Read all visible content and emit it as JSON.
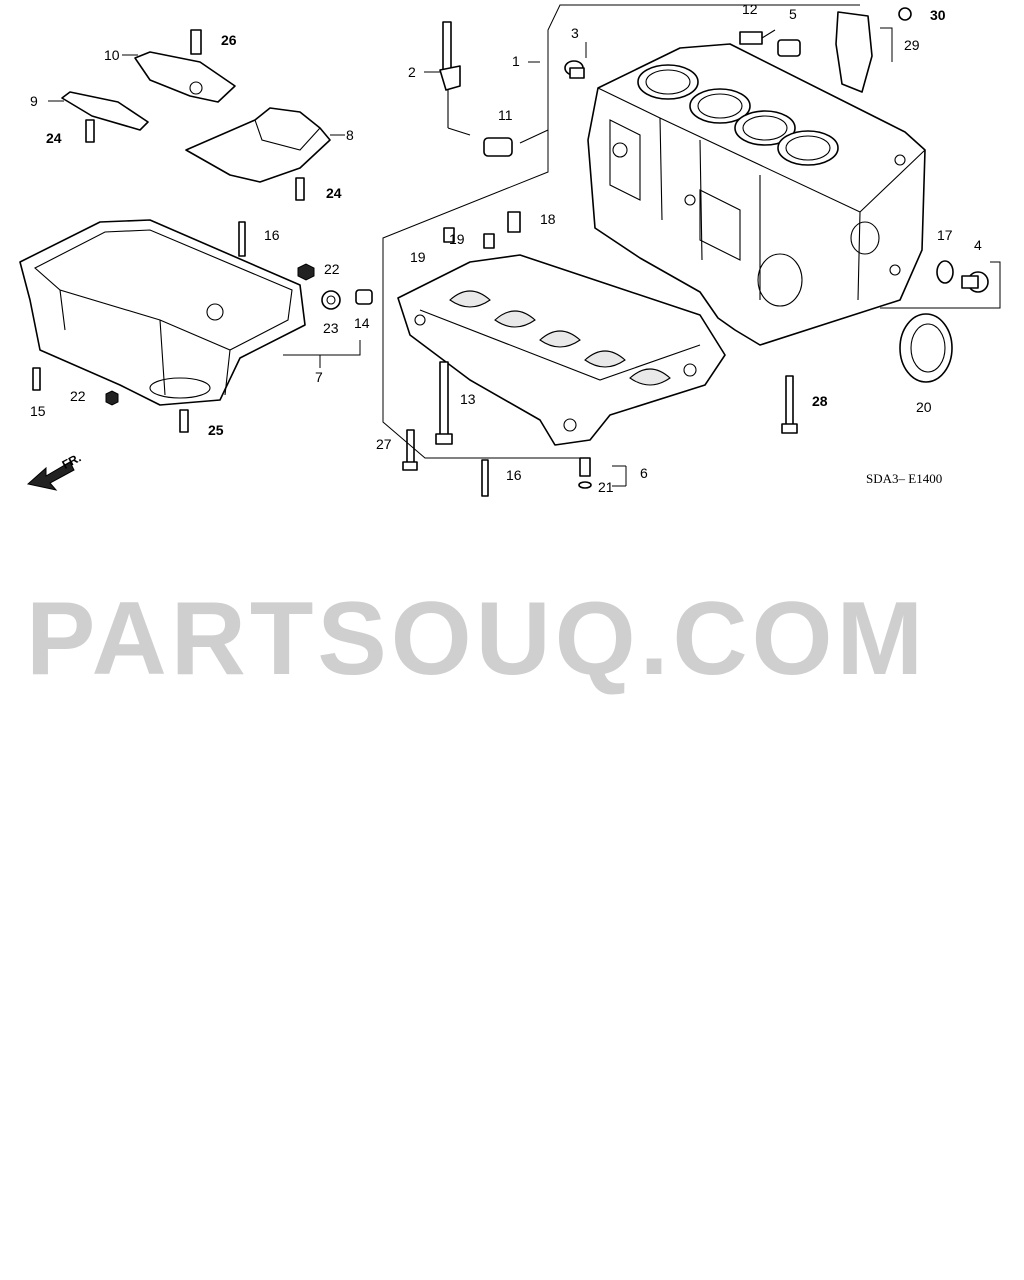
{
  "diagram": {
    "reference_code": "SDA3– E1400",
    "direction_label": "FR.",
    "watermark": "PARTSOUQ.COM",
    "callouts": {
      "c1": "1",
      "c2": "2",
      "c3": "3",
      "c4": "4",
      "c5": "5",
      "c6": "6",
      "c7": "7",
      "c8": "8",
      "c9": "9",
      "c10": "10",
      "c11": "11",
      "c12": "12",
      "c13": "13",
      "c14": "14",
      "c15": "15",
      "c16a": "16",
      "c16b": "16",
      "c17": "17",
      "c18": "18",
      "c19a": "19",
      "c19b": "19",
      "c20": "20",
      "c21": "21",
      "c22a": "22",
      "c22b": "22",
      "c23": "23",
      "c24a": "24",
      "c24b": "24",
      "c25": "25",
      "c26": "26",
      "c27": "27",
      "c28": "28",
      "c29": "29",
      "c30": "30"
    }
  }
}
